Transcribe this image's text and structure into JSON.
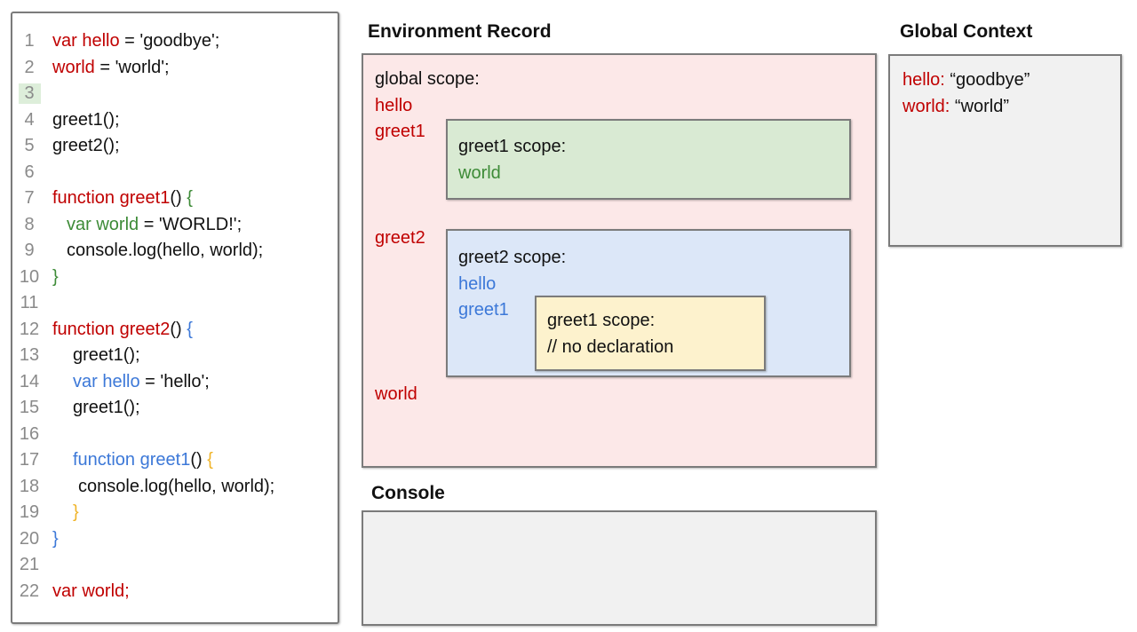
{
  "colors": {
    "red": "#c00000",
    "green": "#3d8b37",
    "blue": "#3c78d8",
    "orange": "#f0b429",
    "code_text": "#111111",
    "line_number": "#8a8a8a",
    "highlight_green": "#ddeeda",
    "pink_bg": "#fce8e8",
    "green_bg": "#d9ead3",
    "blue_bg": "#dce7f8",
    "yellow_bg": "#fdf2cd",
    "gray_bg": "#f1f1f1",
    "border": "#7b7b7b"
  },
  "code_panel": {
    "lines": [
      {
        "num": "1",
        "indent": 0,
        "highlight": false,
        "tokens": [
          {
            "t": "var hello",
            "c": "red"
          },
          {
            "t": " = 'goodbye';",
            "c": "black"
          }
        ]
      },
      {
        "num": "2",
        "indent": 0,
        "highlight": false,
        "tokens": [
          {
            "t": "world",
            "c": "red"
          },
          {
            "t": " = 'world';",
            "c": "black"
          }
        ]
      },
      {
        "num": "3",
        "indent": 0,
        "highlight": true,
        "tokens": []
      },
      {
        "num": "4",
        "indent": 0,
        "highlight": false,
        "tokens": [
          {
            "t": "greet1();",
            "c": "black"
          }
        ]
      },
      {
        "num": "5",
        "indent": 0,
        "highlight": false,
        "tokens": [
          {
            "t": "greet2();",
            "c": "black"
          }
        ]
      },
      {
        "num": "6",
        "indent": 0,
        "highlight": false,
        "tokens": []
      },
      {
        "num": "7",
        "indent": 0,
        "highlight": false,
        "tokens": [
          {
            "t": "function greet1",
            "c": "red"
          },
          {
            "t": "() ",
            "c": "black"
          },
          {
            "t": "{",
            "c": "green"
          }
        ]
      },
      {
        "num": "8",
        "indent": 1,
        "highlight": false,
        "tokens": [
          {
            "t": "var world",
            "c": "green"
          },
          {
            "t": " = 'WORLD!';",
            "c": "black"
          }
        ]
      },
      {
        "num": "9",
        "indent": 1,
        "highlight": false,
        "tokens": [
          {
            "t": "console.log(hello, world);",
            "c": "black"
          }
        ]
      },
      {
        "num": "10",
        "indent": 0,
        "highlight": false,
        "tokens": [
          {
            "t": "}",
            "c": "green"
          }
        ]
      },
      {
        "num": "11",
        "indent": 0,
        "highlight": false,
        "tokens": []
      },
      {
        "num": "12",
        "indent": 0,
        "highlight": false,
        "tokens": [
          {
            "t": "function greet2",
            "c": "red"
          },
          {
            "t": "() ",
            "c": "black"
          },
          {
            "t": "{",
            "c": "blue"
          }
        ]
      },
      {
        "num": "13",
        "indent": 2,
        "highlight": false,
        "tokens": [
          {
            "t": "greet1();",
            "c": "black"
          }
        ]
      },
      {
        "num": "14",
        "indent": 2,
        "highlight": false,
        "tokens": [
          {
            "t": "var hello",
            "c": "blue"
          },
          {
            "t": " = 'hello';",
            "c": "black"
          }
        ]
      },
      {
        "num": "15",
        "indent": 2,
        "highlight": false,
        "tokens": [
          {
            "t": "greet1();",
            "c": "black"
          }
        ]
      },
      {
        "num": "16",
        "indent": 0,
        "highlight": false,
        "tokens": []
      },
      {
        "num": "17",
        "indent": 2,
        "highlight": false,
        "tokens": [
          {
            "t": "function greet1",
            "c": "blue"
          },
          {
            "t": "() ",
            "c": "black"
          },
          {
            "t": "{",
            "c": "orange"
          }
        ]
      },
      {
        "num": "18",
        "indent": 3,
        "highlight": false,
        "tokens": [
          {
            "t": "console.log(hello, world);",
            "c": "black"
          }
        ]
      },
      {
        "num": "19",
        "indent": 2,
        "highlight": false,
        "tokens": [
          {
            "t": "}",
            "c": "orange"
          }
        ]
      },
      {
        "num": "20",
        "indent": 0,
        "highlight": false,
        "tokens": [
          {
            "t": "}",
            "c": "blue"
          }
        ]
      },
      {
        "num": "21",
        "indent": 0,
        "highlight": false,
        "tokens": []
      },
      {
        "num": "22",
        "indent": 0,
        "highlight": false,
        "tokens": [
          {
            "t": "var world;",
            "c": "red"
          }
        ]
      }
    ]
  },
  "environment_record": {
    "title": "Environment Record",
    "global_scope_label": "global scope:",
    "global_vars": {
      "hello": "hello",
      "greet1": "greet1",
      "greet2": "greet2",
      "world": "world"
    },
    "greet1_scope": {
      "label": "greet1 scope:",
      "var_world": "world"
    },
    "greet2_scope": {
      "label": "greet2 scope:",
      "var_hello": "hello",
      "var_greet1": "greet1",
      "inner_greet1_scope": {
        "label": "greet1 scope:",
        "comment": "// no declaration"
      }
    }
  },
  "console_panel": {
    "title": "Console"
  },
  "global_context": {
    "title": "Global Context",
    "entries": [
      {
        "name": "hello:",
        "value": "“goodbye”"
      },
      {
        "name": "world:",
        "value": "“world”"
      }
    ]
  }
}
